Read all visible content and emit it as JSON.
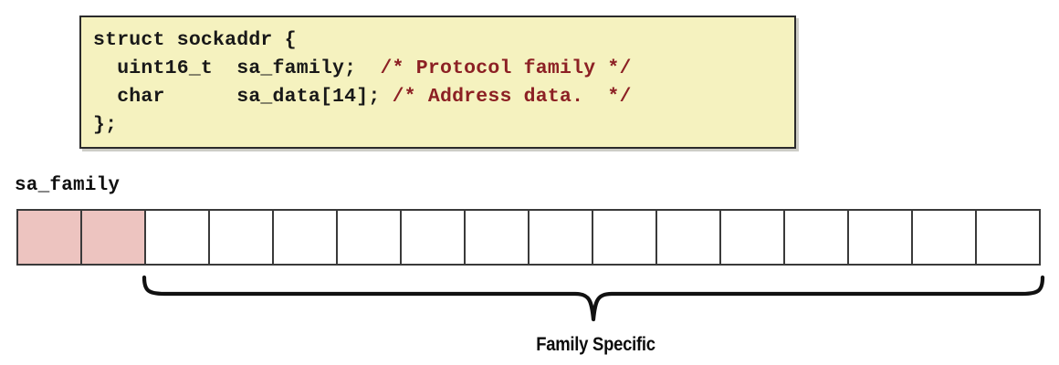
{
  "code_block": {
    "background_color": "#F5F2BF",
    "border_color": "#2b2b2b",
    "comment_color": "#8C2024",
    "text_color": "#181818",
    "lines": [
      {
        "code": "struct sockaddr {",
        "comment": ""
      },
      {
        "code": "  uint16_t  sa_family;  ",
        "comment": "/* Protocol family */"
      },
      {
        "code": "  char      sa_data[14]; ",
        "comment": "/* Address data.  */"
      },
      {
        "code": "};",
        "comment": ""
      }
    ],
    "full_text": "struct sockaddr {\n  uint16_t  sa_family;  /* Protocol family */\n  char      sa_data[14]; /* Address data.  */\n};"
  },
  "diagram": {
    "field_label": "sa_family",
    "byte_count": 16,
    "filled_count": 2,
    "filled_color": "#EDC4C0",
    "empty_color": "#ffffff",
    "cell_border_color": "#3a3a3a",
    "cells": [
      {
        "index": 0,
        "filled": true
      },
      {
        "index": 1,
        "filled": true
      },
      {
        "index": 2,
        "filled": false
      },
      {
        "index": 3,
        "filled": false
      },
      {
        "index": 4,
        "filled": false
      },
      {
        "index": 5,
        "filled": false
      },
      {
        "index": 6,
        "filled": false
      },
      {
        "index": 7,
        "filled": false
      },
      {
        "index": 8,
        "filled": false
      },
      {
        "index": 9,
        "filled": false
      },
      {
        "index": 10,
        "filled": false
      },
      {
        "index": 11,
        "filled": false
      },
      {
        "index": 12,
        "filled": false
      },
      {
        "index": 13,
        "filled": false
      },
      {
        "index": 14,
        "filled": false
      },
      {
        "index": 15,
        "filled": false
      }
    ],
    "brace_caption": "Family Specific"
  }
}
